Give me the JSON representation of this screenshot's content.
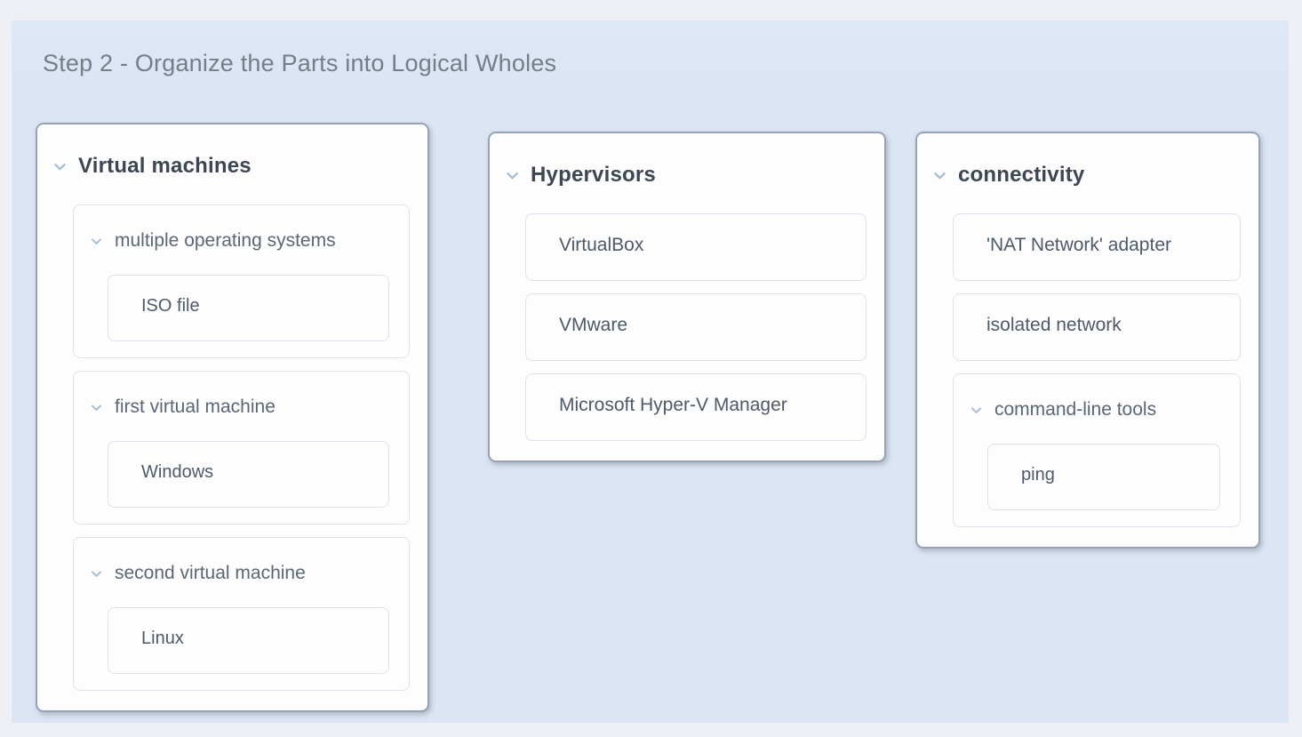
{
  "page": {
    "title": "Step 2 - Organize the Parts into Logical Wholes"
  },
  "icons": {
    "expand": "chevron-down"
  },
  "colors": {
    "outer_background": "#eef0f5",
    "panel_background": "#dbe5f4",
    "card_background": "#fdfdfe",
    "card_border": "#98a2b0",
    "inner_border": "#dde3ed",
    "chevron": "#a9bed5",
    "card_title_text": "#3d4653",
    "group_title_text": "#5b6775",
    "item_text": "#4e5a68",
    "page_title_text": "#747e89"
  },
  "board": {
    "columns": [
      {
        "title": "Virtual machines",
        "children": [
          {
            "type": "group",
            "label": "multiple operating systems",
            "items": [
              "ISO file"
            ]
          },
          {
            "type": "group",
            "label": "first virtual machine",
            "items": [
              "Windows"
            ]
          },
          {
            "type": "group",
            "label": "second virtual machine",
            "items": [
              "Linux"
            ]
          }
        ]
      },
      {
        "title": "Hypervisors",
        "children": [
          {
            "type": "item",
            "label": "VirtualBox"
          },
          {
            "type": "item",
            "label": "VMware"
          },
          {
            "type": "item",
            "label": "Microsoft Hyper-V Manager"
          }
        ]
      },
      {
        "title": "connectivity",
        "children": [
          {
            "type": "item",
            "label": "'NAT Network' adapter"
          },
          {
            "type": "item",
            "label": "isolated network"
          },
          {
            "type": "group",
            "label": "command-line tools",
            "items": [
              "ping"
            ]
          }
        ]
      }
    ]
  }
}
